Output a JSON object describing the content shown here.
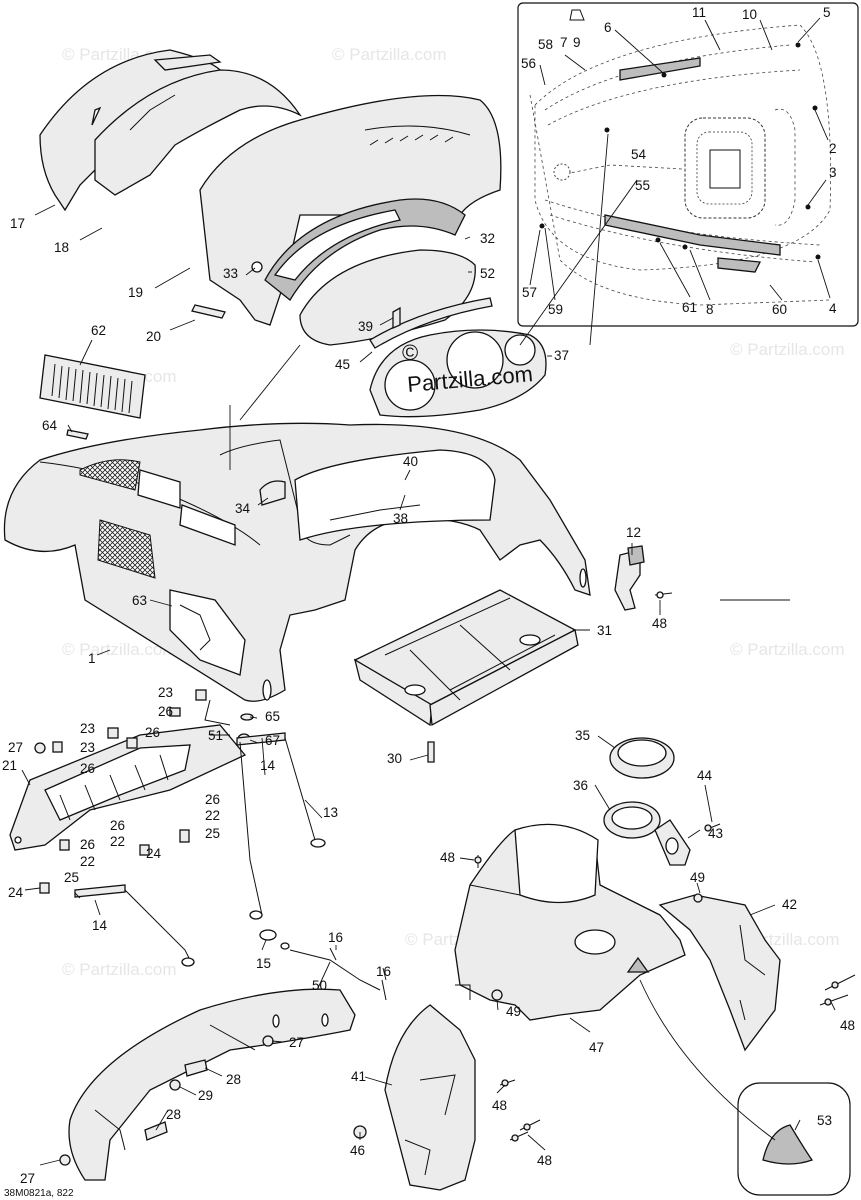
{
  "watermark": "© Partzilla.com",
  "brand_logo": "Partzilla.com",
  "figure_reference": "38M0821a, 822",
  "callouts": {
    "c1": "1",
    "c2": "2",
    "c3": "3",
    "c4": "4",
    "c5": "5",
    "c6": "6",
    "c7": "7",
    "c8": "8",
    "c9": "9",
    "c10": "10",
    "c11": "11",
    "c12": "12",
    "c13": "13",
    "c14a": "14",
    "c14b": "14",
    "c15": "15",
    "c16a": "16",
    "c16b": "16",
    "c17": "17",
    "c18": "18",
    "c19": "19",
    "c20": "20",
    "c21": "21",
    "c22a": "22",
    "c22b": "22",
    "c22c": "22",
    "c23a": "23",
    "c23b": "23",
    "c23c": "23",
    "c24a": "24",
    "c24b": "24",
    "c25a": "25",
    "c25b": "25",
    "c26a": "26",
    "c26b": "26",
    "c26c": "26",
    "c26d": "26",
    "c26e": "26",
    "c26f": "26",
    "c27a": "27",
    "c27b": "27",
    "c27c": "27",
    "c28a": "28",
    "c28b": "28",
    "c29": "29",
    "c30": "30",
    "c31": "31",
    "c32": "32",
    "c33": "33",
    "c34": "34",
    "c35": "35",
    "c36": "36",
    "c37": "37",
    "c38": "38",
    "c39": "39",
    "c40": "40",
    "c41": "41",
    "c42": "42",
    "c43": "43",
    "c44": "44",
    "c45": "45",
    "c46": "46",
    "c47": "47",
    "c48a": "48",
    "c48b": "48",
    "c48c": "48",
    "c48d": "48",
    "c48e": "48",
    "c49a": "49",
    "c49b": "49",
    "c50": "50",
    "c51": "51",
    "c52": "52",
    "c53": "53",
    "c54": "54",
    "c55": "55",
    "c56": "56",
    "c57": "57",
    "c58": "58",
    "c59": "59",
    "c60": "60",
    "c61": "61",
    "c62": "62",
    "c63": "63",
    "c64": "64",
    "c65": "65",
    "c67": "67"
  }
}
